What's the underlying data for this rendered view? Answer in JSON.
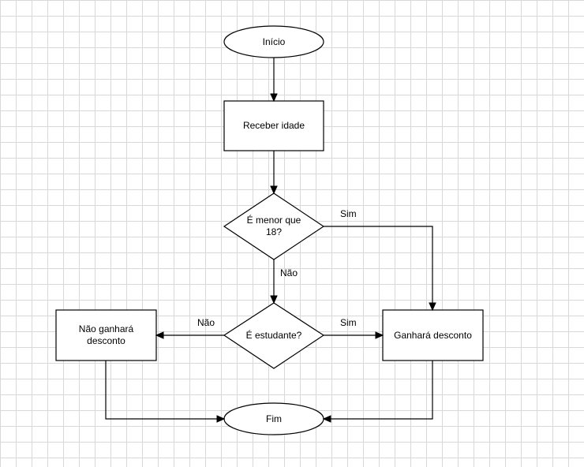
{
  "nodes": {
    "start": {
      "label": "Início",
      "shape": "ellipse"
    },
    "receive_age": {
      "label": "Receber idade",
      "shape": "rectangle"
    },
    "under_18": {
      "label": "É menor que 18?",
      "shape": "diamond"
    },
    "student": {
      "label": "É estudante?",
      "shape": "diamond"
    },
    "no_discount": {
      "label": "Não ganhará desconto",
      "shape": "rectangle"
    },
    "discount": {
      "label": "Ganhará desconto",
      "shape": "rectangle"
    },
    "end": {
      "label": "Fim",
      "shape": "ellipse"
    }
  },
  "edges": [
    {
      "from": "start",
      "to": "receive_age",
      "label": ""
    },
    {
      "from": "receive_age",
      "to": "under_18",
      "label": ""
    },
    {
      "from": "under_18",
      "to": "discount",
      "label": "Sim"
    },
    {
      "from": "under_18",
      "to": "student",
      "label": "Não"
    },
    {
      "from": "student",
      "to": "no_discount",
      "label": "Não"
    },
    {
      "from": "student",
      "to": "discount",
      "label": "Sim"
    },
    {
      "from": "no_discount",
      "to": "end",
      "label": ""
    },
    {
      "from": "discount",
      "to": "end",
      "label": ""
    }
  ],
  "colors": {
    "background": "#ffffff",
    "grid": "#d8d8d8",
    "stroke": "#000000",
    "fill": "#ffffff"
  }
}
